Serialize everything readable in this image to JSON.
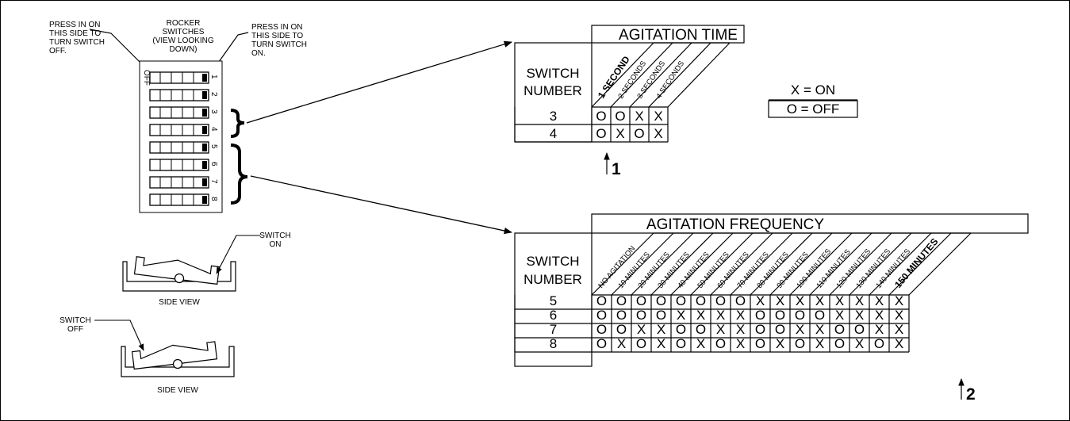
{
  "labels": {
    "press_off": [
      "PRESS IN ON",
      "THIS SIDE TO",
      "TURN SWITCH",
      "OFF."
    ],
    "rocker": [
      "ROCKER",
      "SWITCHES",
      "(VIEW LOOKING",
      "DOWN)"
    ],
    "press_on": [
      "PRESS IN ON",
      "THIS SIDE TO",
      "TURN SWITCH",
      "ON."
    ],
    "off_mark": "OFF",
    "switch_numbers": [
      "1",
      "2",
      "3",
      "4",
      "5",
      "6",
      "7",
      "8"
    ],
    "switch_on": [
      "SWITCH",
      "ON"
    ],
    "switch_off": [
      "SWITCH",
      "OFF"
    ],
    "side_view": "SIDE VIEW",
    "callout_1": "1",
    "callout_2": "2"
  },
  "legend": {
    "on": "X = ON",
    "off": "O = OFF"
  },
  "agitation_time": {
    "title": "AGITATION TIME",
    "row_header": [
      "SWITCH",
      "NUMBER"
    ],
    "columns": [
      "1 SECOND",
      "2 SECONDS",
      "3 SECONDS",
      "4 SECONDS"
    ],
    "highlight_index": 0,
    "rows": [
      {
        "switch": "3",
        "values": [
          "O",
          "O",
          "X",
          "X"
        ]
      },
      {
        "switch": "4",
        "values": [
          "O",
          "X",
          "O",
          "X"
        ]
      }
    ]
  },
  "agitation_frequency": {
    "title": "AGITATION FREQUENCY",
    "row_header": [
      "SWITCH",
      "NUMBER"
    ],
    "columns": [
      "NO AGITATION",
      "10 MINUTES",
      "20 MINUTES",
      "30 MINUTES",
      "40 MINUTES",
      "50 MINUTES",
      "60 MINUTES",
      "70 MINUTES",
      "80 MINUTES",
      "90 MINUTES",
      "100 MINUTES",
      "110 MINUTES",
      "120 MINUTES",
      "130 MINUTES",
      "140 MINUTES",
      "150 MINUTES"
    ],
    "highlight_index": 15,
    "rows": [
      {
        "switch": "5",
        "values": [
          "O",
          "O",
          "O",
          "O",
          "O",
          "O",
          "O",
          "O",
          "X",
          "X",
          "X",
          "X",
          "X",
          "X",
          "X",
          "X"
        ]
      },
      {
        "switch": "6",
        "values": [
          "O",
          "O",
          "O",
          "O",
          "X",
          "X",
          "X",
          "X",
          "O",
          "O",
          "O",
          "O",
          "X",
          "X",
          "X",
          "X"
        ]
      },
      {
        "switch": "7",
        "values": [
          "O",
          "O",
          "X",
          "X",
          "O",
          "O",
          "X",
          "X",
          "O",
          "O",
          "X",
          "X",
          "O",
          "O",
          "X",
          "X"
        ]
      },
      {
        "switch": "8",
        "values": [
          "O",
          "X",
          "O",
          "X",
          "O",
          "X",
          "O",
          "X",
          "O",
          "X",
          "O",
          "X",
          "O",
          "X",
          "O",
          "X"
        ]
      }
    ]
  }
}
